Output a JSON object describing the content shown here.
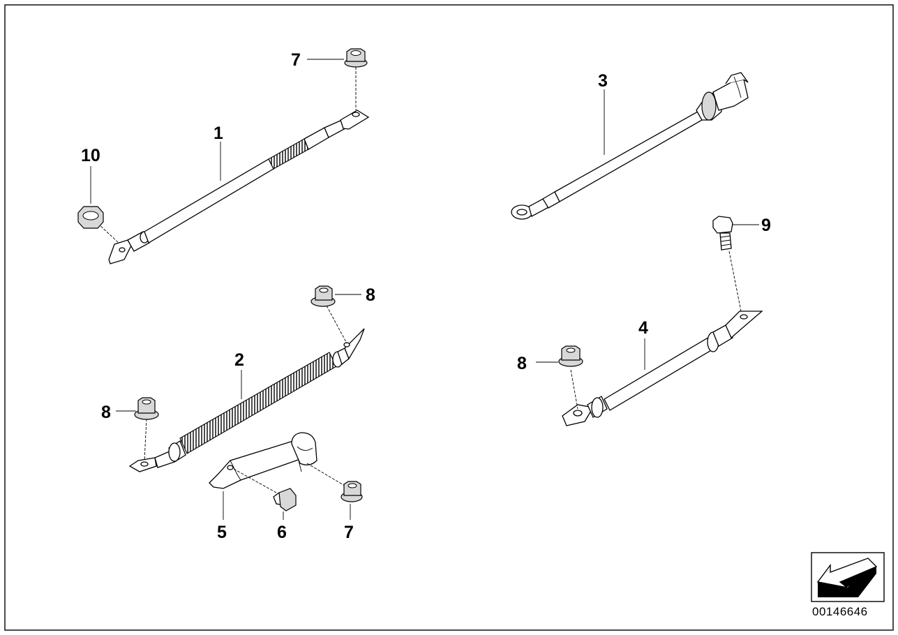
{
  "diagram": {
    "callouts": [
      "1",
      "2",
      "3",
      "4",
      "5",
      "6",
      "7",
      "7",
      "8",
      "8",
      "8",
      "9",
      "10"
    ],
    "part_number": "00146646",
    "icon": "arrow-direction-icon"
  }
}
